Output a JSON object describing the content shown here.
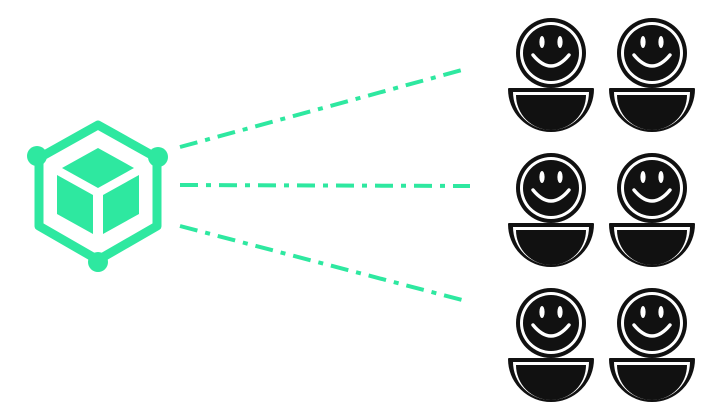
{
  "diagram": {
    "source": {
      "icon": "network-cube-icon",
      "color": "#2ee8a0"
    },
    "connectors": {
      "style": "dash-dot",
      "color": "#2ee8a0",
      "count": 3
    },
    "audience": {
      "icon": "smiley-person-icon",
      "color": "#111111",
      "rows": 3,
      "columns": 2
    }
  }
}
